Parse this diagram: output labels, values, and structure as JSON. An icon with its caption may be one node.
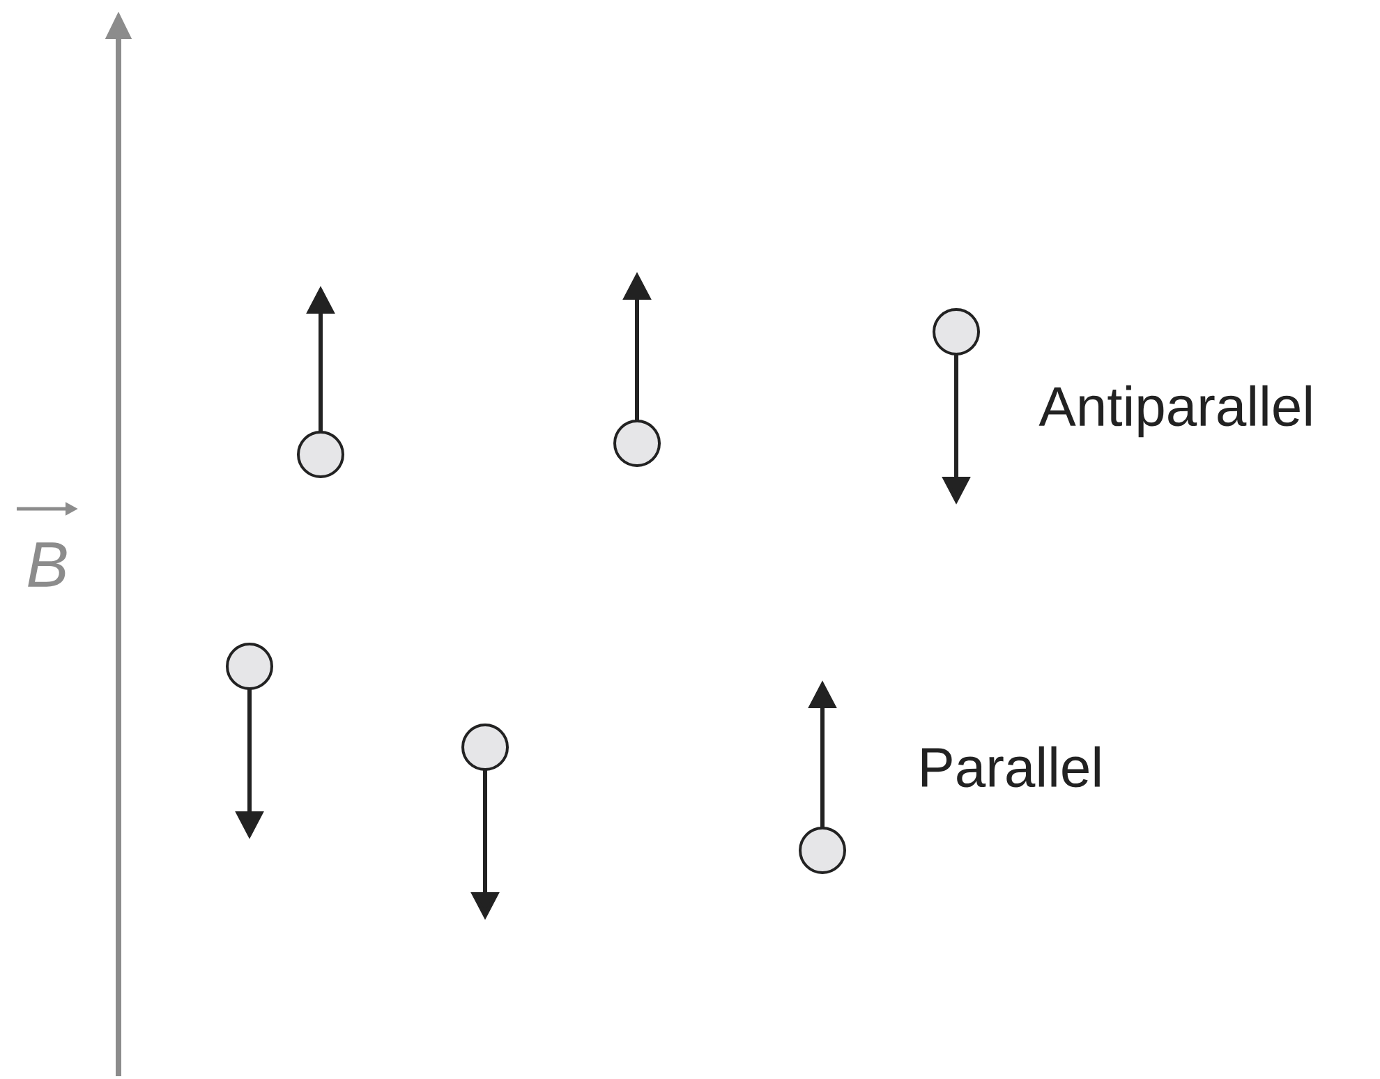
{
  "diagram": {
    "labels": [
      "Antiparallel",
      "B",
      "Parallel"
    ]
  }
}
